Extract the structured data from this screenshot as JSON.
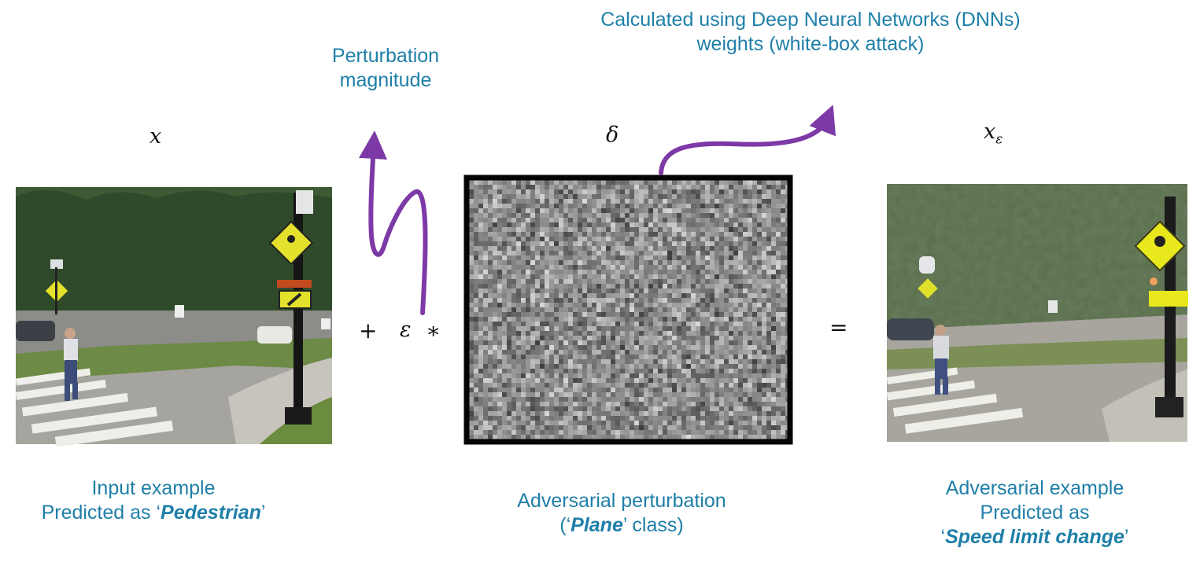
{
  "annotations": {
    "dnn_line1": "Calculated using Deep Neural Networks (DNNs)",
    "dnn_line2": "weights (white-box attack)",
    "perturb_line1": "Perturbation",
    "perturb_line2": "magnitude"
  },
  "symbols": {
    "x": "x",
    "delta": "δ",
    "x_eps_base": "x",
    "x_eps_sub": "ε",
    "plus": "+",
    "epsilon": "ε",
    "times": "∗",
    "equals": "="
  },
  "captions": {
    "input_line1": "Input example",
    "input_prefix": "Predicted as ‘",
    "input_class": "Pedestrian",
    "input_suffix": "’",
    "perturb_line1": "Adversarial perturbation",
    "perturb_prefix": "(‘",
    "perturb_class": "Plane",
    "perturb_suffix": "’ class)",
    "adv_line1": "Adversarial example",
    "adv_line2": "Predicted as",
    "adv_prefix": "‘",
    "adv_class": "Speed limit change",
    "adv_suffix": "’"
  },
  "colors": {
    "caption_text": "#1f7fa8",
    "arrow": "#7d3aa6"
  }
}
